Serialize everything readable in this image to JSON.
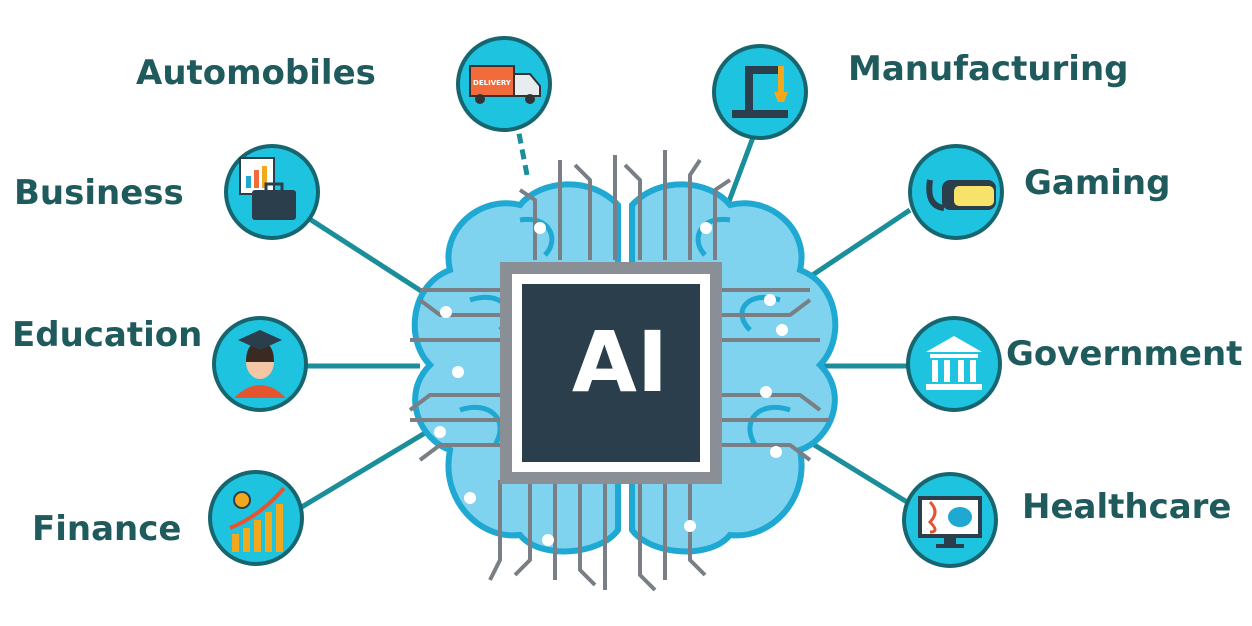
{
  "center": {
    "text": "AI"
  },
  "sectors": {
    "automobiles": "Automobiles",
    "manufacturing": "Manufacturing",
    "business": "Business",
    "gaming": "Gaming",
    "education": "Education",
    "government": "Government",
    "finance": "Finance",
    "healthcare": "Healthcare"
  },
  "icons": {
    "automobiles": "delivery-truck-icon",
    "manufacturing": "robot-arm-icon",
    "business": "briefcase-chart-icon",
    "gaming": "vr-headset-icon",
    "education": "graduate-icon",
    "government": "government-building-icon",
    "finance": "growth-chart-icon",
    "healthcare": "medical-monitor-icon"
  },
  "truck_sign": "DELIVERY",
  "colors": {
    "circle": "#1ec3df",
    "label": "#1f5a5c",
    "brain": "#7fd3ef",
    "chip": "#2a3e4c",
    "wire": "#7a7f86",
    "line": "#1b8e9c"
  }
}
